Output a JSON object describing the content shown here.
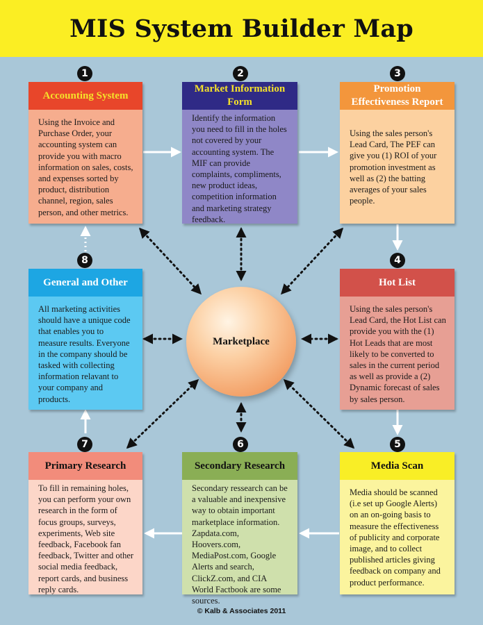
{
  "title": "MIS System Builder Map",
  "center": {
    "label": "Marketplace"
  },
  "copyright": "© Kalb & Associates 2011",
  "boxes": {
    "accounting": {
      "num": "1",
      "title": "Accounting System",
      "text": "Using the Invoice and Purchase Order, your accounting system can provide you with macro information on sales, costs, and expenses sorted by product, distribution channel, region, sales person, and other metrics."
    },
    "mif": {
      "num": "2",
      "title": "Market Information Form",
      "text": "Identify the information you need to fill in the holes not covered by your accounting system. The MIF can provide complaints, compliments, new product ideas, competition information and marketing strategy feedback."
    },
    "pef": {
      "num": "3",
      "title": "Promotion Effectiveness Report",
      "text": "Using the sales person's Lead Card, The PEF can give you (1) ROI of your promotion investment as well as (2) the batting averages of your sales people."
    },
    "hotlist": {
      "num": "4",
      "title": "Hot List",
      "text": "Using the sales person's Lead Card, the Hot List can provide you with the (1) Hot Leads that are most likely to be converted to sales in the current period as well as provide a (2) Dynamic forecast of sales by sales person."
    },
    "media": {
      "num": "5",
      "title": "Media Scan",
      "text": "Media should be scanned (i.e set up Google Alerts) on an on-going basis to measure the effectiveness of publicity and corporate image, and to collect published articles giving feedback on company and product performance."
    },
    "secondary": {
      "num": "6",
      "title": "Secondary Research",
      "text": "Secondary ressearch can be a valuable and inexpensive way to obtain important marketplace information. Zapdata.com, Hoovers.com, MediaPost.com, Google Alerts and search, ClickZ.com, and CIA World Factbook are some sources."
    },
    "primary": {
      "num": "7",
      "title": "Primary Research",
      "text": "To fill in remaining holes, you can perform your own research in the form of focus groups, surveys, experiments, Web site feedback, Facebook fan feedback, Twitter and other social media feedback, report cards, and business reply cards."
    },
    "general": {
      "num": "8",
      "title": "General and Other",
      "text": "All marketing activities should have a unique code that enables you to measure results. Everyone in the company should be tasked with collecting information relavant to your company and products."
    }
  },
  "colors": {
    "background": "#a9c7d8",
    "title_bar": "#fbee23",
    "accounting_head": "#e8462a",
    "accounting_body": "#f6ad8e",
    "accounting_title": "#f5e12a",
    "mif_head": "#2f2a86",
    "mif_body": "#8f87c7",
    "mif_title": "#f5e12a",
    "pef_head": "#f3963c",
    "pef_body": "#fcd1a0",
    "pef_title": "#ffffff",
    "hotlist_head": "#d2514a",
    "hotlist_body": "#e79f94",
    "hotlist_title": "#ffffff",
    "media_head": "#f9ee26",
    "media_body": "#fbf49e",
    "media_title": "#111111",
    "secondary_head": "#8aae55",
    "secondary_body": "#cfe0ac",
    "secondary_title": "#111111",
    "primary_head": "#f28c7b",
    "primary_body": "#fcd6c8",
    "primary_title": "#111111",
    "general_head": "#1da6e3",
    "general_body": "#5cc9f2",
    "general_title": "#ffffff"
  }
}
